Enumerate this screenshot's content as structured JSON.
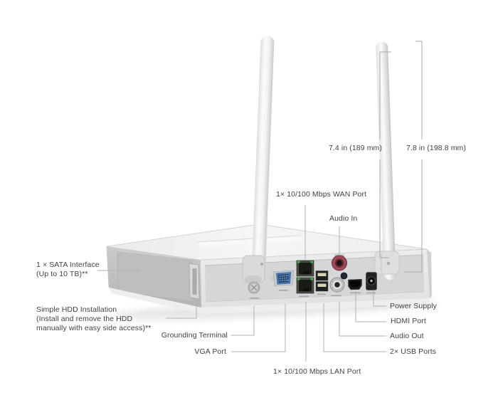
{
  "callouts": {
    "sata": [
      "1 × SATA Interface",
      "(Up to 10 TB)**"
    ],
    "hdd": [
      "Simple HDD Installation",
      "(Install and remove the HDD",
      "manually with easy side access)**"
    ],
    "grounding_terminal": "Grounding Terminal",
    "vga_port": "VGA Port",
    "lan_port": "1× 10/100 Mbps LAN Port",
    "wan_port": "1× 10/100 Mbps WAN Port",
    "audio_in": "Audio In",
    "audio_out": "Audio Out",
    "usb_ports": "2× USB Ports",
    "hdmi_port": "HDMI Port",
    "power_supply": "Power Supply"
  },
  "dimensions": {
    "antenna_inner": "7.4 in (189 mm)",
    "antenna_outer": "7.8 in (198.8 mm)"
  },
  "colors": {
    "text": "#3f4347",
    "leader_line": "#b0b2b4",
    "dimension_line": "#a8aaac",
    "vga_blue": "#4a77ad",
    "vga_inset": "#2b4a74",
    "ethernet_green": "#43b14b",
    "port_black": "#1d2021",
    "rca_red": "#9c4a58",
    "metal_silver": "#c0c3c5"
  }
}
